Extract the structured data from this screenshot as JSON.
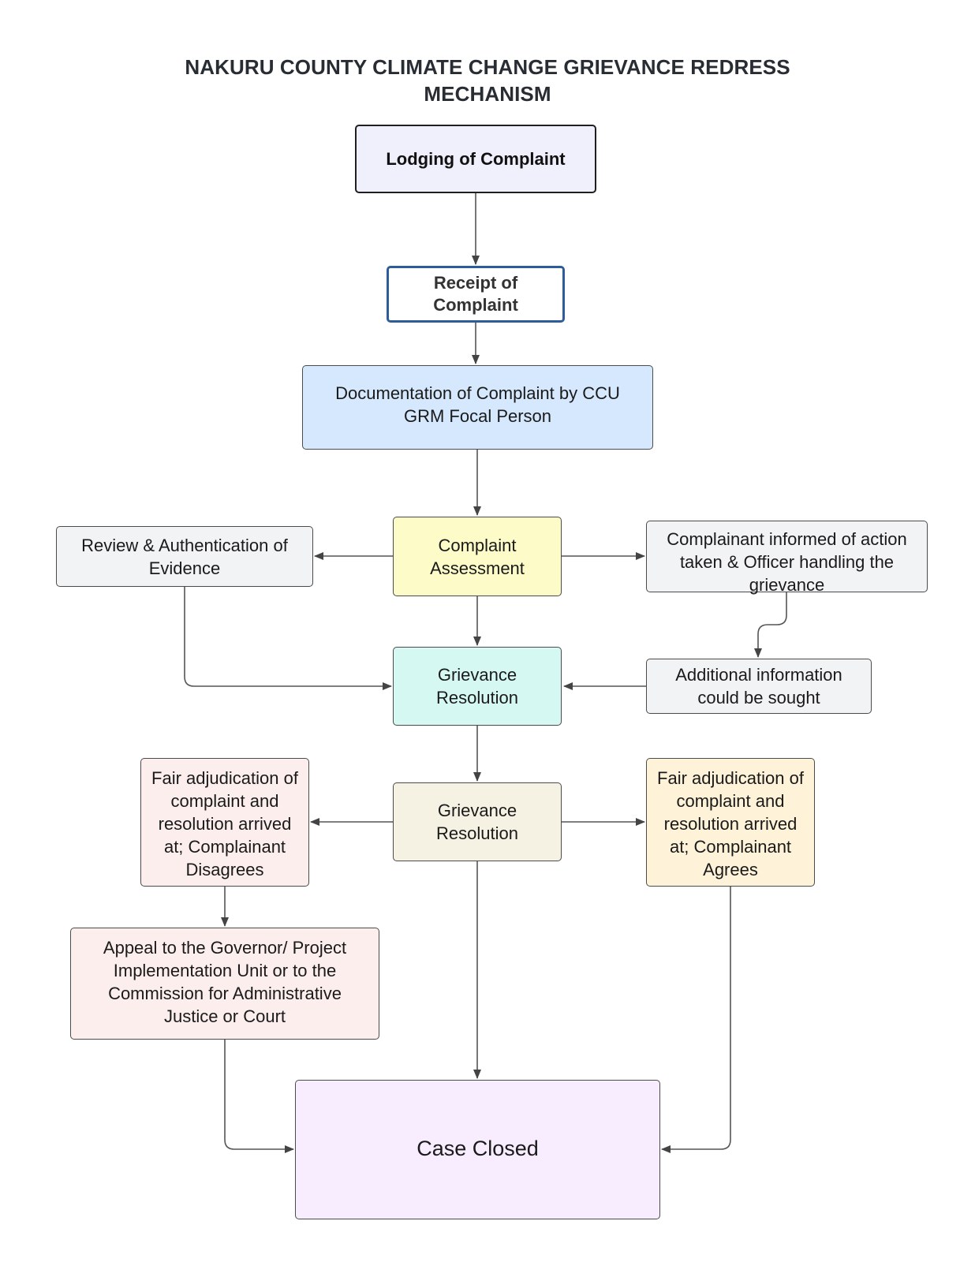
{
  "title": {
    "line1": "NAKURU COUNTY CLIMATE CHANGE GRIEVANCE REDRESS",
    "line2": "MECHANISM"
  },
  "nodes": {
    "lodging": {
      "label": "Lodging of Complaint",
      "fill": "#f0f0fd",
      "stroke": "#1f1f1f"
    },
    "receipt": {
      "label": "Receipt of Complaint",
      "fill": "#ffffff",
      "stroke": "#2c5d9a"
    },
    "documentation": {
      "label": "Documentation of Complaint by CCU GRM Focal Person",
      "fill": "#d6e8fd",
      "stroke": "#4b4b4b"
    },
    "assessment": {
      "label": "Complaint Assessment",
      "fill": "#fdfcc8",
      "stroke": "#4b4b4b"
    },
    "review": {
      "label": "Review & Authentication of Evidence",
      "fill": "#f2f3f5",
      "stroke": "#4b4b4b"
    },
    "informed": {
      "label": "Complainant informed of action taken & Officer handling the grievance",
      "fill": "#f2f3f5",
      "stroke": "#4b4b4b"
    },
    "additional_info": {
      "label": "Additional information could be sought",
      "fill": "#f2f3f5",
      "stroke": "#4b4b4b"
    },
    "resolution_1": {
      "label": "Grievance Resolution",
      "fill": "#d6f8f3",
      "stroke": "#4b4b4b"
    },
    "resolution_2": {
      "label": "Grievance Resolution",
      "fill": "#f5f2e3",
      "stroke": "#4b4b4b"
    },
    "disagrees": {
      "label": "Fair adjudication of complaint and resolution arrived at; Complainant Disagrees",
      "fill": "#fdeeee",
      "stroke": "#4b4b4b"
    },
    "agrees": {
      "label": "Fair adjudication of complaint and resolution arrived at; Complainant Agrees",
      "fill": "#fef3d8",
      "stroke": "#4b4b4b"
    },
    "appeal": {
      "label": "Appeal to the Governor/ Project Implementation Unit or to the Commission for Administrative Justice or Court",
      "fill": "#fdeeee",
      "stroke": "#4b4b4b"
    },
    "closed": {
      "label": "Case Closed",
      "fill": "#f8edfe",
      "stroke": "#4b4b4b"
    }
  },
  "edges": [
    {
      "from": "lodging",
      "to": "receipt"
    },
    {
      "from": "receipt",
      "to": "documentation"
    },
    {
      "from": "documentation",
      "to": "assessment"
    },
    {
      "from": "assessment",
      "to": "review"
    },
    {
      "from": "assessment",
      "to": "informed"
    },
    {
      "from": "assessment",
      "to": "resolution_1"
    },
    {
      "from": "review",
      "to": "resolution_1"
    },
    {
      "from": "informed",
      "to": "additional_info"
    },
    {
      "from": "additional_info",
      "to": "resolution_1"
    },
    {
      "from": "resolution_1",
      "to": "resolution_2"
    },
    {
      "from": "resolution_2",
      "to": "disagrees"
    },
    {
      "from": "resolution_2",
      "to": "agrees"
    },
    {
      "from": "resolution_2",
      "to": "closed"
    },
    {
      "from": "disagrees",
      "to": "appeal"
    },
    {
      "from": "appeal",
      "to": "closed"
    },
    {
      "from": "agrees",
      "to": "closed"
    }
  ],
  "colors": {
    "edge": "#555555",
    "title": "#282c33"
  }
}
